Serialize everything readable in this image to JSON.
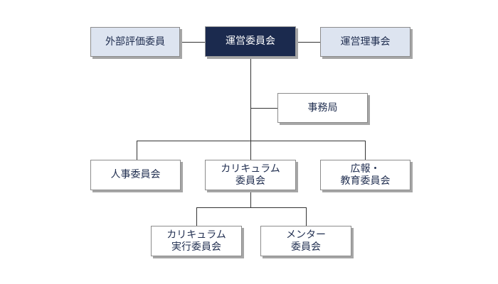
{
  "org_chart": {
    "top_row": {
      "left": "外部評価委員",
      "center": "運営委員会",
      "right": "運営理事会"
    },
    "secretariat": "事務局",
    "committees": [
      "人事委員会",
      "カリキュラム\n委員会",
      "広報・\n教育委員会"
    ],
    "sub_committees": [
      "カリキュラム\n実行委員会",
      "メンター\n委員会"
    ]
  }
}
